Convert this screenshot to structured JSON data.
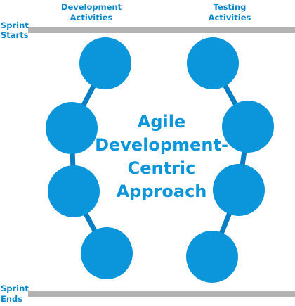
{
  "labels": {
    "dev_line1": "Development",
    "dev_line2": "Activities",
    "test_line1": "Testing",
    "test_line2": "Activities",
    "sprint_start_line1": "Sprint",
    "sprint_start_line2": "Starts",
    "sprint_end_line1": "Sprint",
    "sprint_end_line2": "Ends"
  },
  "center_text": {
    "line1": "Agile",
    "line2": "Development-",
    "line3": "Centric",
    "line4": "Approach"
  },
  "colors": {
    "node": "#0b95da",
    "link": "#0a7ec3",
    "bar": "#b3b3b3",
    "label": "#0b86c9"
  }
}
